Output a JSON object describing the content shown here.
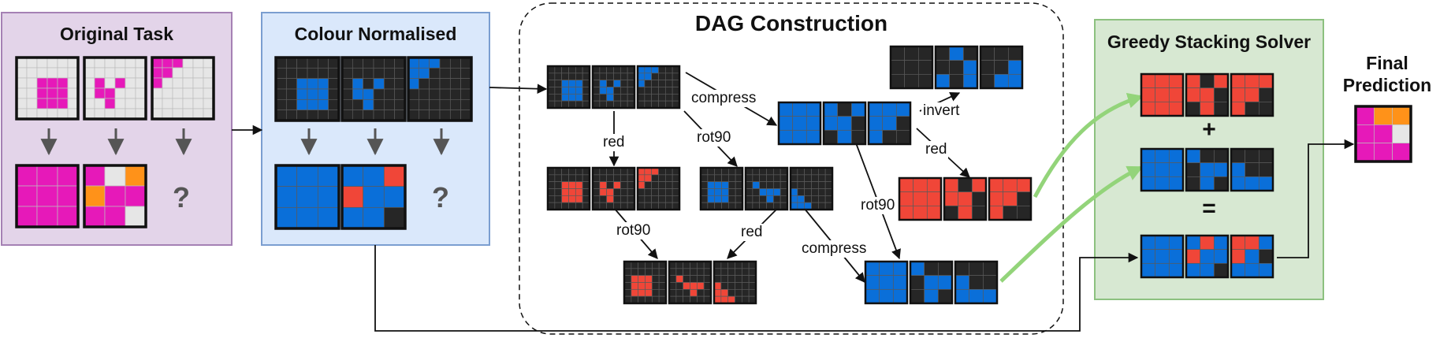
{
  "colors": {
    "magenta": "#e619b9",
    "orange": "#ff9219",
    "lightgrey": "#e6e6e6",
    "blue": "#0a6fd9",
    "red": "#f04638",
    "dark": "#262626",
    "panel_purple": "#e3d4e9",
    "panel_blue": "#dae8fb",
    "panel_green": "#d7e8d2",
    "arrow_green": "#93d47a"
  },
  "panels": {
    "original": {
      "title": "Original Task",
      "question": "?"
    },
    "normalised": {
      "title": "Colour Normalised",
      "question": "?"
    },
    "dag": {
      "title": "DAG Construction"
    },
    "solver": {
      "title": "Greedy Stacking Solver",
      "plus": "+",
      "equals": "="
    },
    "final": {
      "title_line1": "Final",
      "title_line2": "Prediction"
    }
  },
  "edges": {
    "compress_top": "compress",
    "invert": "invert",
    "red_top": "red",
    "red_left": "red",
    "rot90_top": "rot90",
    "rot90_left": "rot90",
    "red_mid": "red",
    "rot90_mid": "rot90",
    "compress_bottom": "compress"
  },
  "grids": {
    "orig_in_1": {
      "bg": "lightgrey",
      "cells": [
        [
          0,
          0,
          0,
          0,
          0,
          0
        ],
        [
          0,
          0,
          0,
          0,
          0,
          0
        ],
        [
          0,
          0,
          1,
          1,
          1,
          0
        ],
        [
          0,
          0,
          1,
          1,
          1,
          0
        ],
        [
          0,
          0,
          1,
          1,
          1,
          0
        ],
        [
          0,
          0,
          0,
          0,
          0,
          0
        ]
      ]
    },
    "orig_in_2": {
      "bg": "lightgrey",
      "cells": [
        [
          0,
          0,
          0,
          0,
          0,
          0
        ],
        [
          0,
          0,
          0,
          0,
          0,
          0
        ],
        [
          0,
          1,
          0,
          1,
          0,
          0
        ],
        [
          0,
          1,
          1,
          0,
          0,
          0
        ],
        [
          0,
          0,
          1,
          0,
          0,
          0
        ],
        [
          0,
          0,
          0,
          0,
          0,
          0
        ]
      ]
    },
    "orig_in_3": {
      "bg": "lightgrey",
      "cells": [
        [
          1,
          1,
          1,
          0,
          0,
          0
        ],
        [
          1,
          1,
          0,
          0,
          0,
          0
        ],
        [
          1,
          0,
          0,
          0,
          0,
          0
        ],
        [
          0,
          0,
          0,
          0,
          0,
          0
        ],
        [
          0,
          0,
          0,
          0,
          0,
          0
        ],
        [
          0,
          0,
          0,
          0,
          0,
          0
        ]
      ]
    },
    "orig_out_1": {
      "bg": "lightgrey",
      "cells": [
        [
          1,
          1,
          1
        ],
        [
          1,
          1,
          1
        ],
        [
          1,
          1,
          1
        ]
      ]
    },
    "orig_out_2": {
      "bg": "lightgrey",
      "cells": [
        [
          1,
          0,
          2
        ],
        [
          2,
          1,
          1
        ],
        [
          1,
          1,
          0
        ]
      ]
    },
    "norm_in_1": {
      "bg": "dark",
      "cells": [
        [
          0,
          0,
          0,
          0,
          0,
          0
        ],
        [
          0,
          0,
          0,
          0,
          0,
          0
        ],
        [
          0,
          0,
          1,
          1,
          1,
          0
        ],
        [
          0,
          0,
          1,
          1,
          1,
          0
        ],
        [
          0,
          0,
          1,
          1,
          1,
          0
        ],
        [
          0,
          0,
          0,
          0,
          0,
          0
        ]
      ]
    },
    "norm_in_2": {
      "bg": "dark",
      "cells": [
        [
          0,
          0,
          0,
          0,
          0,
          0
        ],
        [
          0,
          0,
          0,
          0,
          0,
          0
        ],
        [
          0,
          1,
          0,
          1,
          0,
          0
        ],
        [
          0,
          1,
          1,
          0,
          0,
          0
        ],
        [
          0,
          0,
          1,
          0,
          0,
          0
        ],
        [
          0,
          0,
          0,
          0,
          0,
          0
        ]
      ]
    },
    "norm_in_3": {
      "bg": "dark",
      "cells": [
        [
          1,
          1,
          1,
          0,
          0,
          0
        ],
        [
          1,
          1,
          0,
          0,
          0,
          0
        ],
        [
          1,
          0,
          0,
          0,
          0,
          0
        ],
        [
          0,
          0,
          0,
          0,
          0,
          0
        ],
        [
          0,
          0,
          0,
          0,
          0,
          0
        ],
        [
          0,
          0,
          0,
          0,
          0,
          0
        ]
      ]
    },
    "norm_out_1": {
      "bg": "dark",
      "cells": [
        [
          1,
          1,
          1
        ],
        [
          1,
          1,
          1
        ],
        [
          1,
          1,
          1
        ]
      ]
    },
    "norm_out_2": {
      "bg": "dark",
      "cells": [
        [
          1,
          1,
          3
        ],
        [
          3,
          1,
          1
        ],
        [
          1,
          1,
          0
        ]
      ]
    },
    "dag_a1": {
      "bg": "dark",
      "cells": [
        [
          0,
          0,
          0,
          0,
          0,
          0
        ],
        [
          0,
          0,
          0,
          0,
          0,
          0
        ],
        [
          0,
          0,
          1,
          1,
          1,
          0
        ],
        [
          0,
          0,
          1,
          1,
          1,
          0
        ],
        [
          0,
          0,
          1,
          1,
          1,
          0
        ],
        [
          0,
          0,
          0,
          0,
          0,
          0
        ]
      ]
    },
    "dag_a2": {
      "bg": "dark",
      "cells": [
        [
          0,
          0,
          0,
          0,
          0,
          0
        ],
        [
          0,
          0,
          0,
          0,
          0,
          0
        ],
        [
          0,
          1,
          0,
          1,
          0,
          0
        ],
        [
          0,
          1,
          1,
          0,
          0,
          0
        ],
        [
          0,
          0,
          1,
          0,
          0,
          0
        ],
        [
          0,
          0,
          0,
          0,
          0,
          0
        ]
      ]
    },
    "dag_a3": {
      "bg": "dark",
      "cells": [
        [
          1,
          1,
          1,
          0,
          0,
          0
        ],
        [
          1,
          1,
          0,
          0,
          0,
          0
        ],
        [
          1,
          0,
          0,
          0,
          0,
          0
        ],
        [
          0,
          0,
          0,
          0,
          0,
          0
        ],
        [
          0,
          0,
          0,
          0,
          0,
          0
        ],
        [
          0,
          0,
          0,
          0,
          0,
          0
        ]
      ]
    },
    "dag_b1": {
      "bg": "dark",
      "cells": [
        [
          1,
          1,
          1
        ],
        [
          1,
          1,
          1
        ],
        [
          1,
          1,
          1
        ]
      ]
    },
    "dag_b2": {
      "bg": "dark",
      "cells": [
        [
          1,
          0,
          1
        ],
        [
          1,
          1,
          0
        ],
        [
          0,
          1,
          0
        ]
      ]
    },
    "dag_b3": {
      "bg": "dark",
      "cells": [
        [
          1,
          1,
          1
        ],
        [
          1,
          1,
          0
        ],
        [
          1,
          0,
          0
        ]
      ]
    },
    "dag_c1": {
      "bg": "dark",
      "cells": [
        [
          0,
          0,
          0
        ],
        [
          0,
          0,
          0
        ],
        [
          0,
          0,
          0
        ]
      ]
    },
    "dag_c2": {
      "bg": "dark",
      "cells": [
        [
          0,
          1,
          0
        ],
        [
          0,
          0,
          1
        ],
        [
          1,
          0,
          1
        ]
      ]
    },
    "dag_c3": {
      "bg": "dark",
      "cells": [
        [
          0,
          0,
          0
        ],
        [
          0,
          0,
          1
        ],
        [
          0,
          1,
          1
        ]
      ]
    },
    "dag_d1": {
      "bg": "dark",
      "cells": [
        [
          0,
          0,
          0,
          0,
          0,
          0
        ],
        [
          0,
          0,
          0,
          0,
          0,
          0
        ],
        [
          0,
          0,
          3,
          3,
          3,
          0
        ],
        [
          0,
          0,
          3,
          3,
          3,
          0
        ],
        [
          0,
          0,
          3,
          3,
          3,
          0
        ],
        [
          0,
          0,
          0,
          0,
          0,
          0
        ]
      ]
    },
    "dag_d2": {
      "bg": "dark",
      "cells": [
        [
          0,
          0,
          0,
          0,
          0,
          0
        ],
        [
          0,
          0,
          0,
          0,
          0,
          0
        ],
        [
          0,
          3,
          0,
          3,
          0,
          0
        ],
        [
          0,
          3,
          3,
          0,
          0,
          0
        ],
        [
          0,
          0,
          3,
          0,
          0,
          0
        ],
        [
          0,
          0,
          0,
          0,
          0,
          0
        ]
      ]
    },
    "dag_d3": {
      "bg": "dark",
      "cells": [
        [
          3,
          3,
          3,
          0,
          0,
          0
        ],
        [
          3,
          3,
          0,
          0,
          0,
          0
        ],
        [
          3,
          0,
          0,
          0,
          0,
          0
        ],
        [
          0,
          0,
          0,
          0,
          0,
          0
        ],
        [
          0,
          0,
          0,
          0,
          0,
          0
        ],
        [
          0,
          0,
          0,
          0,
          0,
          0
        ]
      ]
    },
    "dag_e1": {
      "bg": "dark",
      "cells": [
        [
          0,
          0,
          0,
          0,
          0,
          0
        ],
        [
          0,
          0,
          0,
          0,
          0,
          0
        ],
        [
          0,
          1,
          1,
          1,
          0,
          0
        ],
        [
          0,
          1,
          1,
          1,
          0,
          0
        ],
        [
          0,
          1,
          1,
          1,
          0,
          0
        ],
        [
          0,
          0,
          0,
          0,
          0,
          0
        ]
      ]
    },
    "dag_e2": {
      "bg": "dark",
      "cells": [
        [
          0,
          0,
          0,
          0,
          0,
          0
        ],
        [
          0,
          0,
          0,
          0,
          0,
          0
        ],
        [
          0,
          1,
          0,
          0,
          0,
          0
        ],
        [
          0,
          0,
          1,
          1,
          1,
          0
        ],
        [
          0,
          0,
          0,
          1,
          0,
          0
        ],
        [
          0,
          0,
          0,
          0,
          0,
          0
        ]
      ]
    },
    "dag_e3": {
      "bg": "dark",
      "cells": [
        [
          0,
          0,
          0,
          0,
          0,
          0
        ],
        [
          0,
          0,
          0,
          0,
          0,
          0
        ],
        [
          0,
          0,
          0,
          0,
          0,
          0
        ],
        [
          1,
          0,
          0,
          0,
          0,
          0
        ],
        [
          1,
          1,
          0,
          0,
          0,
          0
        ],
        [
          1,
          1,
          1,
          0,
          0,
          0
        ]
      ]
    },
    "dag_f1": {
      "bg": "dark",
      "cells": [
        [
          0,
          0,
          0,
          0,
          0,
          0
        ],
        [
          0,
          0,
          0,
          0,
          0,
          0
        ],
        [
          0,
          1,
          1,
          1,
          0,
          0
        ],
        [
          0,
          1,
          1,
          1,
          0,
          0
        ],
        [
          0,
          1,
          1,
          1,
          0,
          0
        ],
        [
          0,
          0,
          0,
          0,
          0,
          0
        ]
      ]
    },
    "dag_f2": {
      "bg": "dark",
      "cells": [
        [
          0,
          0,
          0,
          0,
          0,
          0
        ],
        [
          0,
          0,
          0,
          0,
          0,
          0
        ],
        [
          0,
          1,
          0,
          0,
          0,
          0
        ],
        [
          0,
          0,
          1,
          1,
          1,
          0
        ],
        [
          0,
          0,
          0,
          1,
          0,
          0
        ],
        [
          0,
          0,
          0,
          0,
          0,
          0
        ]
      ]
    },
    "dag_f3": {
      "bg": "dark",
      "cells": [
        [
          0,
          0,
          0,
          0,
          0,
          0
        ],
        [
          0,
          0,
          0,
          0,
          0,
          0
        ],
        [
          0,
          0,
          0,
          0,
          0,
          0
        ],
        [
          1,
          0,
          0,
          0,
          0,
          0
        ],
        [
          1,
          1,
          0,
          0,
          0,
          0
        ],
        [
          1,
          1,
          1,
          0,
          0,
          0
        ]
      ]
    },
    "dag_g1": {
      "bg": "dark",
      "cells": [
        [
          3,
          3,
          3
        ],
        [
          3,
          3,
          3
        ],
        [
          3,
          3,
          3
        ]
      ]
    },
    "dag_g2": {
      "bg": "dark",
      "cells": [
        [
          3,
          0,
          3
        ],
        [
          3,
          3,
          0
        ],
        [
          0,
          3,
          0
        ]
      ]
    },
    "dag_g3": {
      "bg": "dark",
      "cells": [
        [
          3,
          3,
          3
        ],
        [
          3,
          3,
          0
        ],
        [
          3,
          0,
          0
        ]
      ]
    },
    "dag_h1": {
      "bg": "dark",
      "cells": [
        [
          1,
          1,
          1
        ],
        [
          1,
          1,
          1
        ],
        [
          1,
          1,
          1
        ]
      ]
    },
    "dag_h2": {
      "bg": "dark",
      "cells": [
        [
          1,
          0,
          0
        ],
        [
          0,
          1,
          1
        ],
        [
          0,
          1,
          0
        ]
      ]
    },
    "dag_h3": {
      "bg": "dark",
      "cells": [
        [
          0,
          0,
          0
        ],
        [
          1,
          0,
          0
        ],
        [
          1,
          1,
          1
        ]
      ]
    },
    "sol_1_1": {
      "bg": "dark",
      "cells": [
        [
          3,
          3,
          3
        ],
        [
          3,
          3,
          3
        ],
        [
          3,
          3,
          3
        ]
      ]
    },
    "sol_1_2": {
      "bg": "dark",
      "cells": [
        [
          3,
          0,
          3
        ],
        [
          3,
          3,
          0
        ],
        [
          0,
          3,
          0
        ]
      ]
    },
    "sol_1_3": {
      "bg": "dark",
      "cells": [
        [
          3,
          3,
          3
        ],
        [
          3,
          3,
          0
        ],
        [
          3,
          0,
          0
        ]
      ]
    },
    "sol_2_1": {
      "bg": "dark",
      "cells": [
        [
          1,
          1,
          1
        ],
        [
          1,
          1,
          1
        ],
        [
          1,
          1,
          1
        ]
      ]
    },
    "sol_2_2": {
      "bg": "dark",
      "cells": [
        [
          1,
          0,
          0
        ],
        [
          0,
          1,
          1
        ],
        [
          0,
          1,
          0
        ]
      ]
    },
    "sol_2_3": {
      "bg": "dark",
      "cells": [
        [
          0,
          0,
          0
        ],
        [
          1,
          0,
          0
        ],
        [
          1,
          1,
          1
        ]
      ]
    },
    "sol_3_1": {
      "bg": "dark",
      "cells": [
        [
          1,
          1,
          1
        ],
        [
          1,
          1,
          1
        ],
        [
          1,
          1,
          1
        ]
      ]
    },
    "sol_3_2": {
      "bg": "dark",
      "cells": [
        [
          1,
          3,
          1
        ],
        [
          3,
          1,
          1
        ],
        [
          1,
          1,
          0
        ]
      ]
    },
    "sol_3_3": {
      "bg": "dark",
      "cells": [
        [
          3,
          3,
          1
        ],
        [
          3,
          1,
          0
        ],
        [
          1,
          1,
          1
        ]
      ]
    },
    "final_pred": {
      "bg": "lightgrey",
      "cells": [
        [
          1,
          2,
          2
        ],
        [
          1,
          1,
          0
        ],
        [
          1,
          1,
          1
        ]
      ]
    }
  }
}
